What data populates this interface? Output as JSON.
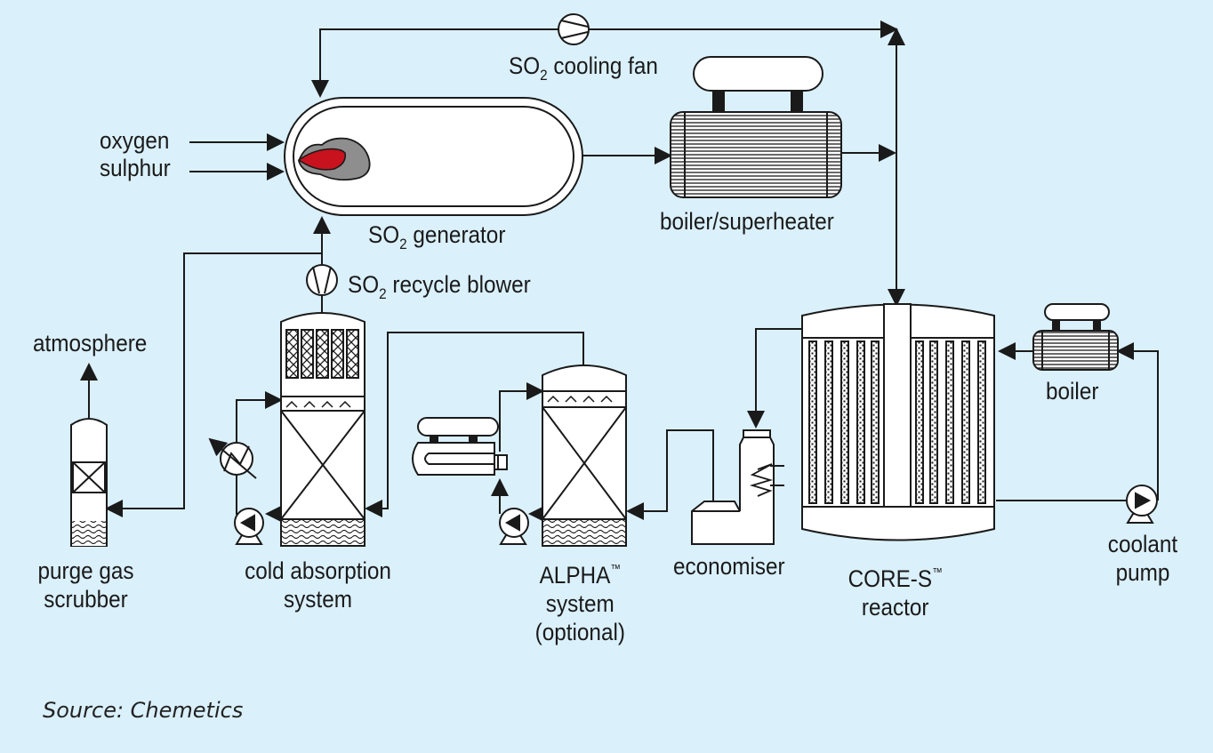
{
  "labels": {
    "oxygen": "oxygen",
    "sulphur": "sulphur",
    "so2_cooling_fan": {
      "pre": "SO",
      "sub": "2",
      "post": " cooling fan"
    },
    "so2_generator": {
      "pre": "SO",
      "sub": "2",
      "post": " generator"
    },
    "boiler_superheater": "boiler/superheater",
    "so2_recycle_blower": {
      "pre": "SO",
      "sub": "2",
      "post": " recycle blower"
    },
    "atmosphere": "atmosphere",
    "purge_gas_scrubber": [
      "purge gas",
      "scrubber"
    ],
    "cold_absorption_system": [
      "cold absorption",
      "system"
    ],
    "alpha_system": {
      "line1": "ALPHA",
      "tm": "™",
      "line2": "system",
      "line3": "(optional)"
    },
    "economiser": "economiser",
    "core_s_reactor": {
      "line1": "CORE-S",
      "tm": "™",
      "line2": "reactor"
    },
    "boiler": "boiler",
    "coolant_pump": [
      "coolant",
      "pump"
    ]
  },
  "source": "Source: Chemetics",
  "colors": {
    "background": "#daf0fb",
    "line": "#1a1a1a",
    "sulphur_fill": "#c8121e",
    "ash_fill": "#8e8e8e"
  }
}
